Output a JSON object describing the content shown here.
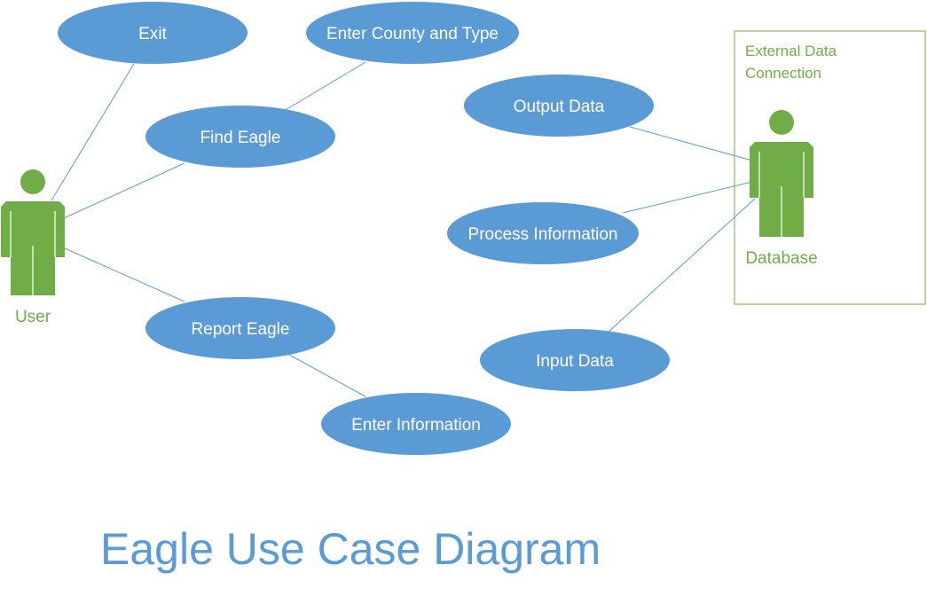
{
  "diagram": {
    "title": "Eagle Use Case Diagram",
    "colors": {
      "use_case_fill": "#5b9bd5",
      "actor_fill": "#70ad47",
      "line": "#5b9bd5",
      "boundary": "#70ad47",
      "title": "#5b9bd5"
    },
    "actors": {
      "user": "User",
      "database": "Database"
    },
    "boundary": {
      "line1": "External Data",
      "line2": "Connection"
    },
    "use_cases": {
      "exit": "Exit",
      "enter_county": "Enter County and Type",
      "find_eagle": "Find Eagle",
      "report_eagle": "Report Eagle",
      "enter_information": "Enter Information",
      "output_data": "Output Data",
      "process_information": "Process Information",
      "input_data": "Input Data"
    },
    "associations": [
      {
        "from": "User",
        "to": "Exit"
      },
      {
        "from": "User",
        "to": "Find Eagle"
      },
      {
        "from": "User",
        "to": "Report Eagle"
      },
      {
        "from": "Find Eagle",
        "to": "Enter County and Type"
      },
      {
        "from": "Report Eagle",
        "to": "Enter Information"
      },
      {
        "from": "Database",
        "to": "Output Data"
      },
      {
        "from": "Database",
        "to": "Process Information"
      },
      {
        "from": "Database",
        "to": "Input Data"
      }
    ]
  }
}
